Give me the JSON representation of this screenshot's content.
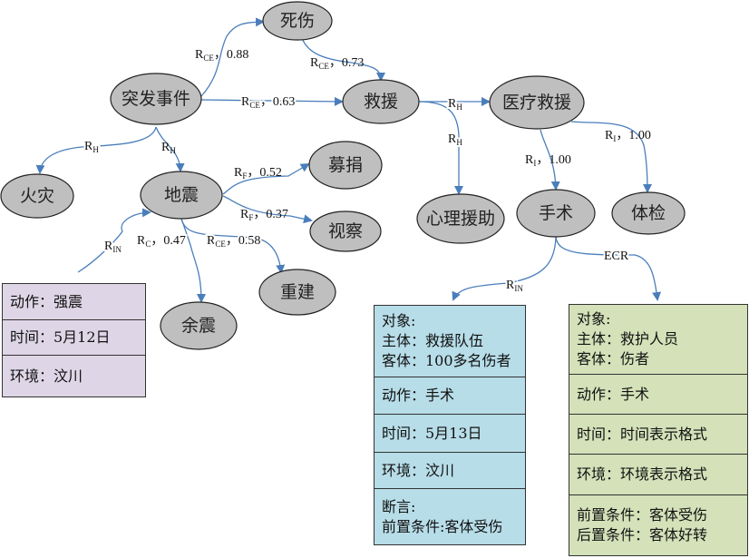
{
  "nodes": {
    "sishang": "死伤",
    "tufa": "突发事件",
    "jiuyuan": "救援",
    "yiliao": "医疗救援",
    "huozai": "火灾",
    "dizhen": "地震",
    "mujuan": "募捐",
    "shicha": "视察",
    "xinli": "心理援助",
    "shoushu": "手术",
    "tijian": "体检",
    "chongjian": "重建",
    "yuzhen": "余震"
  },
  "edges": [
    {
      "r": "R",
      "sub": "CE",
      "val": "，0.88"
    },
    {
      "r": "R",
      "sub": "CE",
      "val": "，0.73"
    },
    {
      "r": "R",
      "sub": "CE",
      "val": "，0.63"
    },
    {
      "r": "R",
      "sub": "H",
      "val": ""
    },
    {
      "r": "R",
      "sub": "H",
      "val": ""
    },
    {
      "r": "R",
      "sub": "H",
      "val": ""
    },
    {
      "r": "R",
      "sub": "H",
      "val": ""
    },
    {
      "r": "R",
      "sub": "I",
      "val": "，1.00"
    },
    {
      "r": "R",
      "sub": "I",
      "val": "，1.00"
    },
    {
      "r": "R",
      "sub": "F",
      "val": "，0.52"
    },
    {
      "r": "R",
      "sub": "F",
      "val": "，0.37"
    },
    {
      "r": "R",
      "sub": "C",
      "val": "，0.47"
    },
    {
      "r": "R",
      "sub": "CE",
      "val": "，0.58"
    },
    {
      "r": "R",
      "sub": "IN",
      "val": ""
    },
    {
      "r": "R",
      "sub": "IN",
      "val": ""
    },
    {
      "r": "ECR",
      "sub": "",
      "val": ""
    }
  ],
  "colors": {
    "node": "#bfbfbf",
    "edge": "#4a7ebb",
    "box_left": "#ded6e6",
    "box_mid": "#b7dde8",
    "box_right": "#d4e1b9"
  },
  "box_left": [
    "动作：强震",
    "时间：5月12日",
    "环境：汶川"
  ],
  "box_mid": {
    "obj_title": "对象:",
    "obj_subject": "主体：救援队伍",
    "obj_object": "客体：100多名伤者",
    "action": "动作：手术",
    "time": "时间：5月13日",
    "env": "环境：汶川",
    "assert_title": "断言:",
    "pre": "前置条件:客体受伤"
  },
  "box_right": {
    "obj_title": "对象:",
    "obj_subject": "主体：救护人员",
    "obj_object": "客体：伤者",
    "action": "动作：手术",
    "time": "时间：时间表示格式",
    "env": "环境：环境表示格式",
    "pre": "前置条件：客体受伤",
    "post": "后置条件：客体好转"
  }
}
